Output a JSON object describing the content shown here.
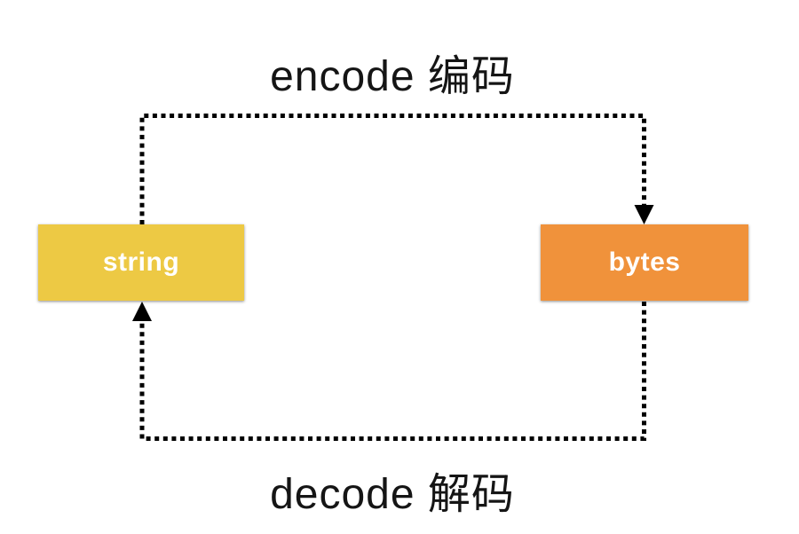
{
  "diagram": {
    "background": "#ffffff",
    "line_color": "#000000",
    "labels": {
      "encode": "encode 编码",
      "decode": "decode 解码"
    },
    "nodes": [
      {
        "id": "string",
        "label": "string",
        "fill": "#edc944",
        "text_color": "#ffffff"
      },
      {
        "id": "bytes",
        "label": "bytes",
        "fill": "#f0923b",
        "text_color": "#ffffff"
      }
    ],
    "edges": [
      {
        "from": "string",
        "to": "bytes",
        "label": "encode 编码",
        "style": "dotted",
        "path": "top"
      },
      {
        "from": "bytes",
        "to": "string",
        "label": "decode 解码",
        "style": "dotted",
        "path": "bottom"
      }
    ]
  }
}
